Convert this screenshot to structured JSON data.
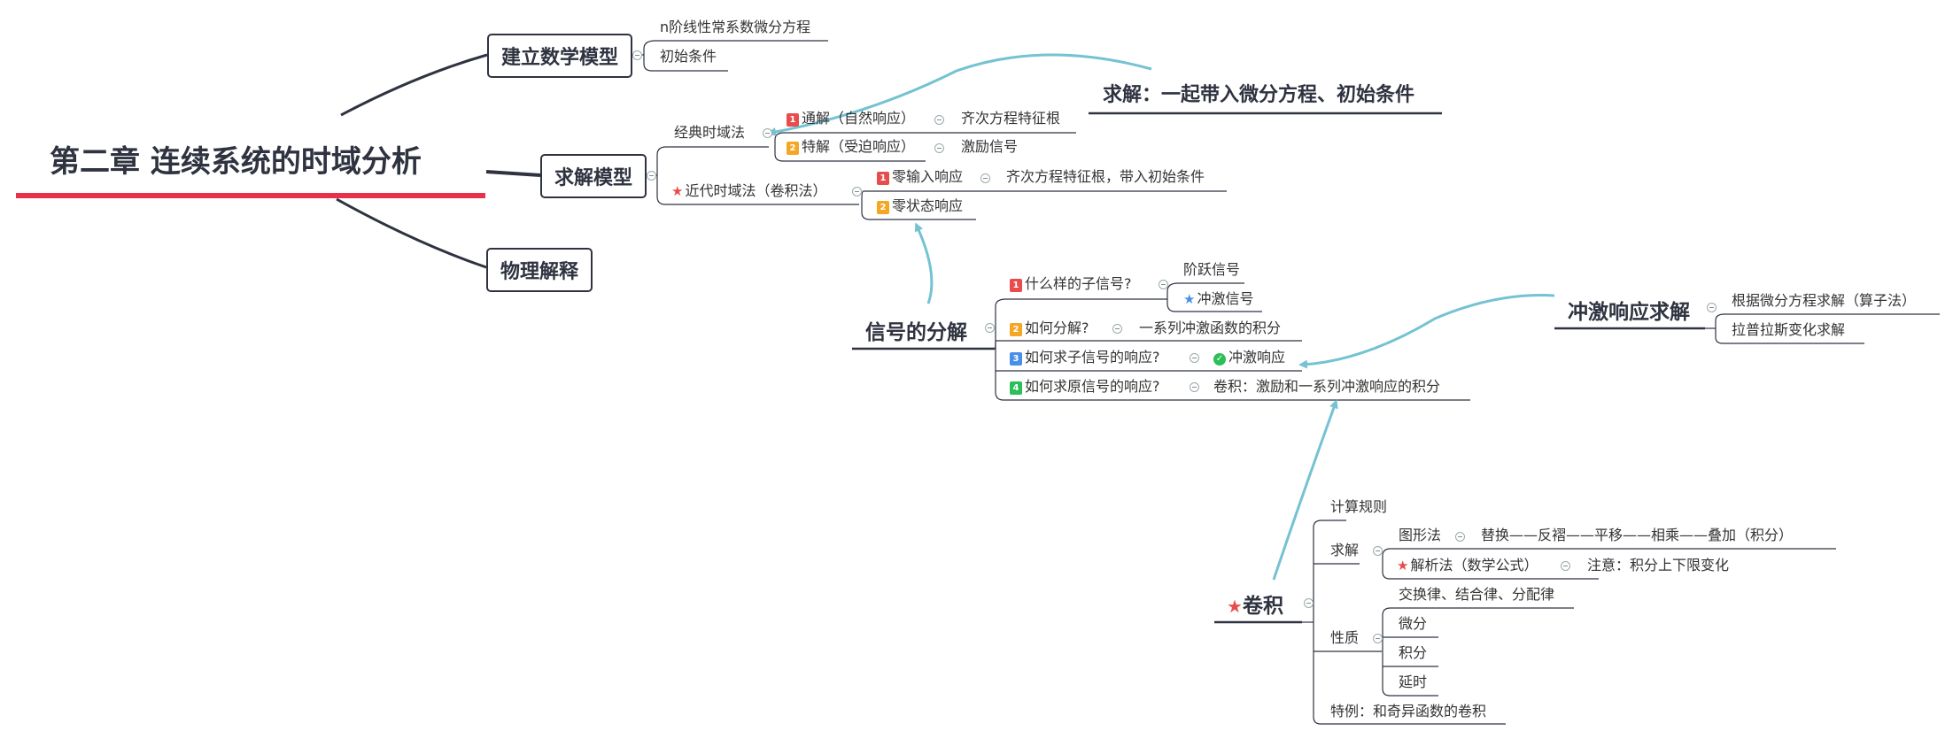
{
  "colors": {
    "line": "#2f3340",
    "accent_red": "#e8304a",
    "relation": "#74c2d2",
    "badge1": "#e84c4c",
    "badge2": "#f5a623",
    "badge3": "#4a8fe7",
    "badge4": "#2cbf57",
    "star_red": "#e84c4c",
    "star_blue": "#4a8fe7",
    "check_green": "#2cbf57"
  },
  "root": {
    "title": "第二章 连续系统的时域分析"
  },
  "branches": {
    "model": {
      "label": "建立数学模型",
      "children": [
        "n阶线性常系数微分方程",
        "初始条件"
      ]
    },
    "solve": {
      "label": "求解模型",
      "classic": {
        "label": "经典时域法",
        "items": [
          {
            "badge": "1",
            "label": "通解（自然响应）",
            "child": "齐次方程特征根"
          },
          {
            "badge": "2",
            "label": "特解（受迫响应）",
            "child": "激励信号"
          }
        ]
      },
      "modern": {
        "icon": "star-icon",
        "label": "近代时域法（卷积法）",
        "items": [
          {
            "badge": "1",
            "label": "零输入响应",
            "child": "齐次方程特征根，带入初始条件"
          },
          {
            "badge": "2",
            "label": "零状态响应"
          }
        ]
      }
    },
    "physics": {
      "label": "物理解释"
    }
  },
  "floating": {
    "solve_note": {
      "label": "求解：一起带入微分方程、初始条件"
    },
    "decomposition": {
      "label": "信号的分解",
      "items": [
        {
          "badge": "1",
          "label": "什么样的子信号?",
          "children": [
            "阶跃信号",
            "冲激信号"
          ]
        },
        {
          "badge": "2",
          "label": "如何分解?",
          "child": "一系列冲激函数的积分"
        },
        {
          "badge": "3",
          "label": "如何求子信号的响应?",
          "child": "冲激响应"
        },
        {
          "badge": "4",
          "label": "如何求原信号的响应?",
          "child": "卷积：激励和一系列冲激响应的积分"
        }
      ]
    },
    "impulse": {
      "label": "冲激响应求解",
      "children": [
        "根据微分方程求解（算子法）",
        "拉普拉斯变化求解"
      ]
    },
    "convolution": {
      "icon": "star-icon",
      "label": "卷积",
      "rules": "计算规则",
      "solve": {
        "label": "求解",
        "graphic": {
          "label": "图形法",
          "child": "替换——反褶——平移——相乘——叠加（积分）"
        },
        "analytic": {
          "label": "解析法（数学公式）",
          "child": "注意：积分上下限变化"
        }
      },
      "properties": {
        "label": "性质",
        "children": [
          "交换律、结合律、分配律",
          "微分",
          "积分",
          "延时"
        ]
      },
      "special": "特例：和奇异函数的卷积"
    }
  }
}
